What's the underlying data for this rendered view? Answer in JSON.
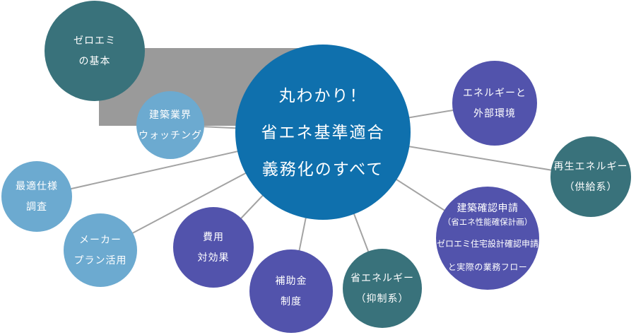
{
  "central": {
    "lines": [
      "丸わかり！",
      "省エネ基準適合",
      "義務化のすべて"
    ]
  },
  "nodes": [
    {
      "id": "zero-emi-basics",
      "color": "teal",
      "lines": [
        "ゼロエミ",
        "の基本"
      ]
    },
    {
      "id": "construction-industry-watching",
      "color": "light_blue",
      "lines": [
        "建築業界",
        "ウォッチング"
      ]
    },
    {
      "id": "optimal-spec-research",
      "color": "light_blue",
      "lines": [
        "最適仕様",
        "調査"
      ]
    },
    {
      "id": "maker-plan-utilization",
      "color": "light_blue",
      "lines": [
        "メーカー",
        "プラン活用"
      ]
    },
    {
      "id": "cost-effectiveness",
      "color": "purple",
      "lines": [
        "費用",
        "対効果"
      ]
    },
    {
      "id": "subsidy-system",
      "color": "purple",
      "lines": [
        "補助金",
        "制度"
      ]
    },
    {
      "id": "energy-saving-restraint",
      "color": "teal",
      "lines": [
        "省エネルギー",
        "（抑制系）"
      ]
    },
    {
      "id": "building-confirmation-application",
      "color": "purple",
      "lines": [
        "建築確認申請",
        "（省エネ性能確保計画）",
        "ゼロエミ住宅設計確認申請",
        "と実際の業務フロー"
      ]
    },
    {
      "id": "renewable-energy-supply",
      "color": "teal",
      "lines": [
        "再生エネルギー",
        "（供給系）"
      ]
    },
    {
      "id": "energy-external-environment",
      "color": "purple",
      "lines": [
        "エネルギーと",
        "外部環境"
      ]
    }
  ],
  "colors": {
    "central_blue": "#0f70ad",
    "teal": "#39727b",
    "light_blue": "#6caad0",
    "purple": "#5253ac",
    "backdrop_gray": "#9a9a9a",
    "connector_gray": "#a3a3a3",
    "text_white": "#ffffff"
  }
}
